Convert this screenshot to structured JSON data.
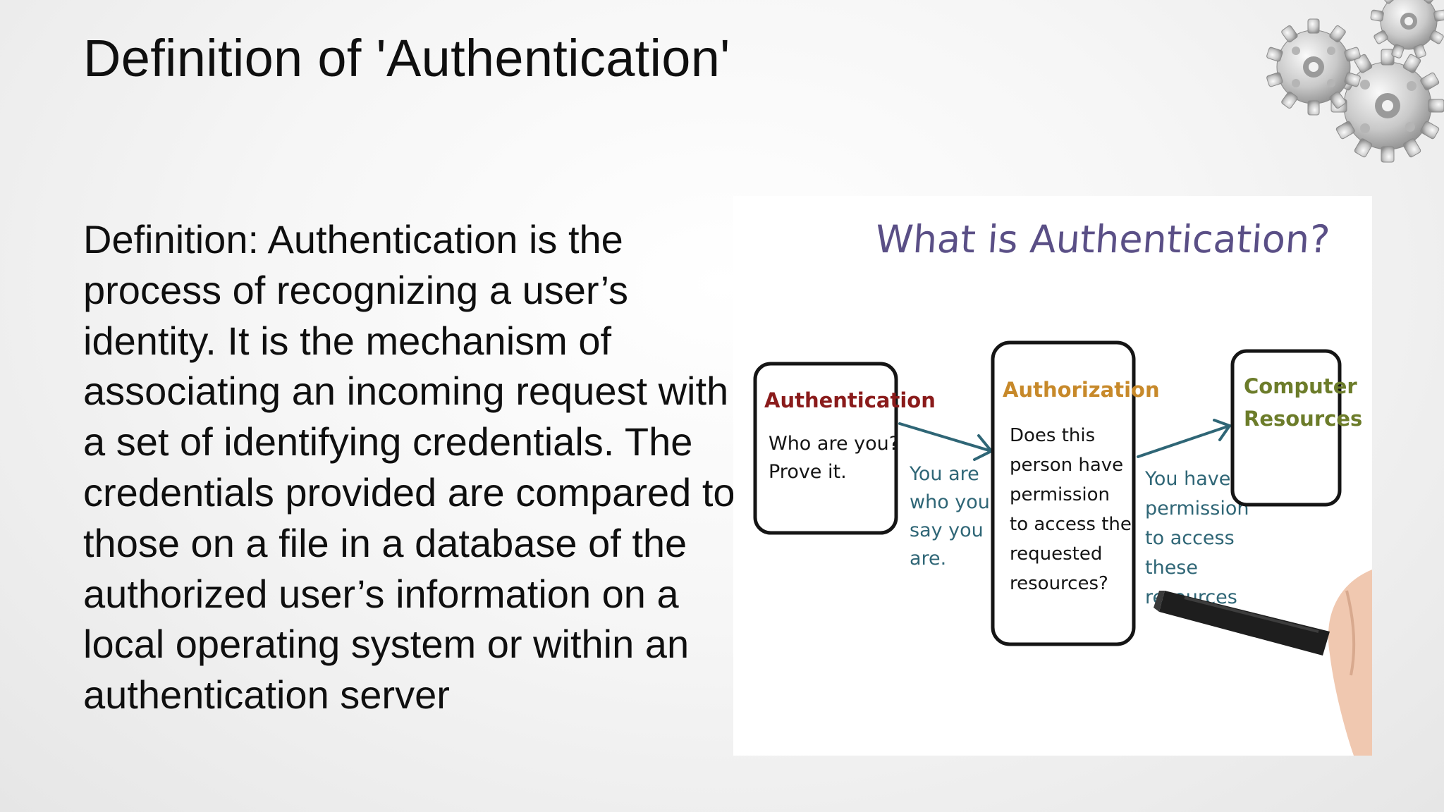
{
  "slide": {
    "title": "Definition of 'Authentication'",
    "definition": "Definition: Authentication is the process of recognizing a user’s identity. It is the mechanism of associating an incoming request with a set of identifying credentials. The credentials provided are compared to those on a file in a database of the authorized user’s information on a local operating system or within an authentication server"
  },
  "illustration": {
    "heading": "What is Authentication?",
    "boxes": {
      "authentication": {
        "title": "Authentication",
        "lines": [
          "Who are you?",
          "Prove it."
        ]
      },
      "authorization": {
        "title": "Authorization",
        "lines": [
          "Does this",
          "person have",
          "permission",
          "to access the",
          "requested",
          "resources?"
        ]
      },
      "resources": {
        "title_lines": [
          "Computer",
          "Resources"
        ]
      }
    },
    "arrow_notes": {
      "first": [
        "You are",
        "who you",
        "say you",
        "are."
      ],
      "second": [
        "You have",
        "permission",
        "to access",
        "these",
        "resources"
      ]
    }
  },
  "colors": {
    "heading": "#5a4f86",
    "authentication_title": "#8a1b1b",
    "authorization_title": "#c7892a",
    "resources_title": "#6c7c2a",
    "notes": "#2f6676",
    "box_stroke": "#151515"
  },
  "icons": {
    "gears": "gear-cluster-decoration",
    "marker": "marker-pen-hand"
  }
}
